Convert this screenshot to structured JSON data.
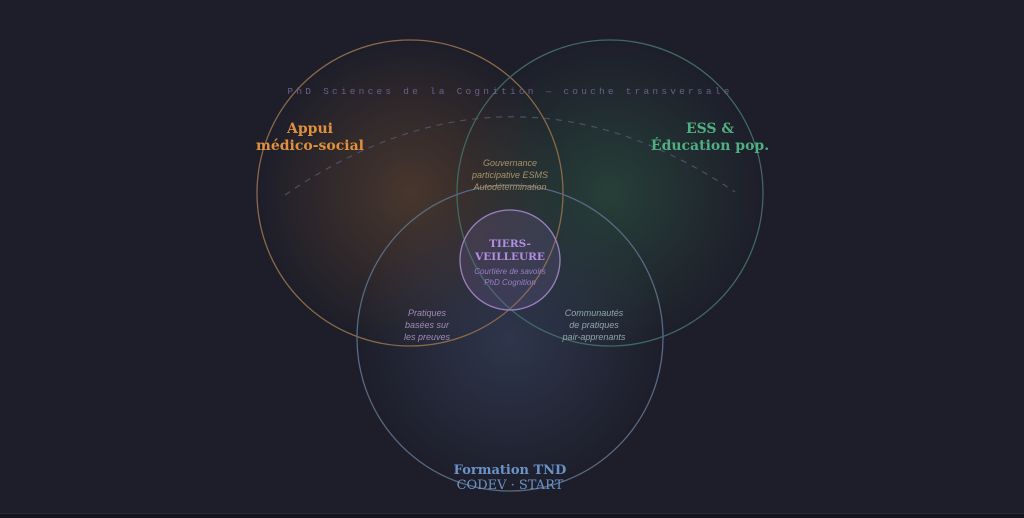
{
  "layer_label": "PhD Sciences de la Cognition — couche transversale",
  "circles": {
    "left": {
      "title_line1": "Appui",
      "title_line2": "médico-social",
      "color": "#e0913e"
    },
    "right": {
      "title_line1": "ESS &",
      "title_line2": "Éducation pop.",
      "color": "#4fae82"
    },
    "bottom": {
      "title_line1": "Formation TND",
      "title_line2": "CODEV · START",
      "color": "#6b93c8"
    },
    "center": {
      "title_line1": "TIERS-",
      "title_line2": "VEILLEURE",
      "sub_line1": "Courtière de savoirs",
      "sub_line2": "PhD Cognition",
      "color": "#b48ee0"
    }
  },
  "intersections": {
    "left_right": [
      "Gouvernance",
      "participative ESMS",
      "Autodétermination"
    ],
    "left_bottom": [
      "Pratiques",
      "basées sur",
      "les preuves"
    ],
    "right_bottom": [
      "Communautés",
      "de pratiques",
      "pair-apprenants"
    ]
  }
}
